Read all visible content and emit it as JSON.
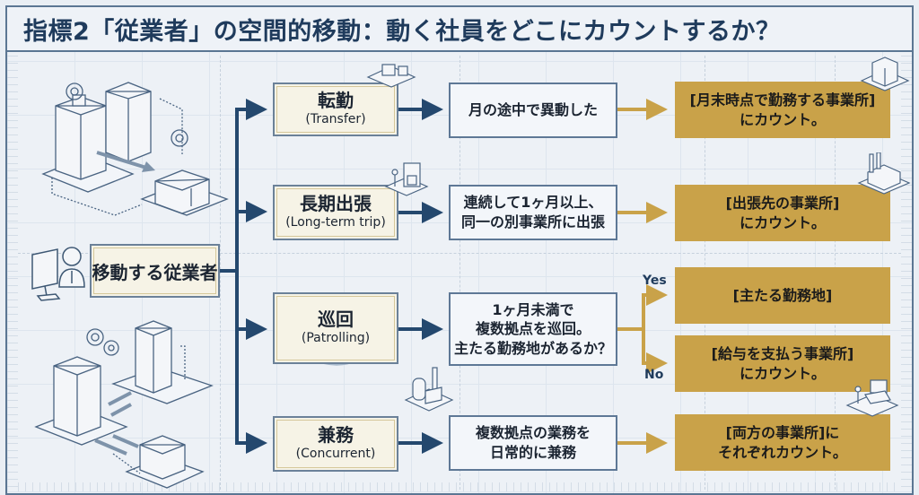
{
  "title": "指標2「従業者」の空間的移動：動く社員をどこにカウントするか？",
  "start": {
    "label": "移動する従業者"
  },
  "colors": {
    "primary_navy": "#24486e",
    "result_gold": "#c9a249",
    "connector_gold": "#c9a249",
    "title_text": "#1f3b5c"
  },
  "rows": [
    {
      "category": {
        "main": "転勤",
        "sub": "(Transfer)"
      },
      "condition": {
        "lines": [
          "月の途中で異動した"
        ]
      },
      "results": [
        {
          "lines": [
            "[月末時点で勤務する事業所]",
            "にカウント。"
          ]
        }
      ]
    },
    {
      "category": {
        "main": "長期出張",
        "sub": "(Long-term trip)"
      },
      "condition": {
        "lines": [
          "連続して1ヶ月以上、",
          "同一の別事業所に出張"
        ]
      },
      "results": [
        {
          "lines": [
            "[出張先の事業所]",
            "にカウント。"
          ]
        }
      ]
    },
    {
      "category": {
        "main": "巡回",
        "sub": "(Patrolling)"
      },
      "condition": {
        "lines": [
          "1ヶ月未満で",
          "複数拠点を巡回。",
          "主たる勤務地があるか？"
        ]
      },
      "results": [
        {
          "branch": "Yes",
          "lines": [
            "[主たる勤務地]"
          ]
        },
        {
          "branch": "No",
          "lines": [
            "[給与を支払う事業所]",
            "にカウント。"
          ]
        }
      ]
    },
    {
      "category": {
        "main": "兼務",
        "sub": "(Concurrent)"
      },
      "condition": {
        "lines": [
          "複数拠点の業務を",
          "日常的に兼務"
        ]
      },
      "results": [
        {
          "lines": [
            "[両方の事業所]に",
            "それぞれカウント。"
          ]
        }
      ]
    }
  ],
  "illustrations": {
    "top_left": "office-relocation-illustration",
    "bottom_left": "multi-site-buildings-illustration",
    "employee": "employee-at-computer-icon"
  }
}
